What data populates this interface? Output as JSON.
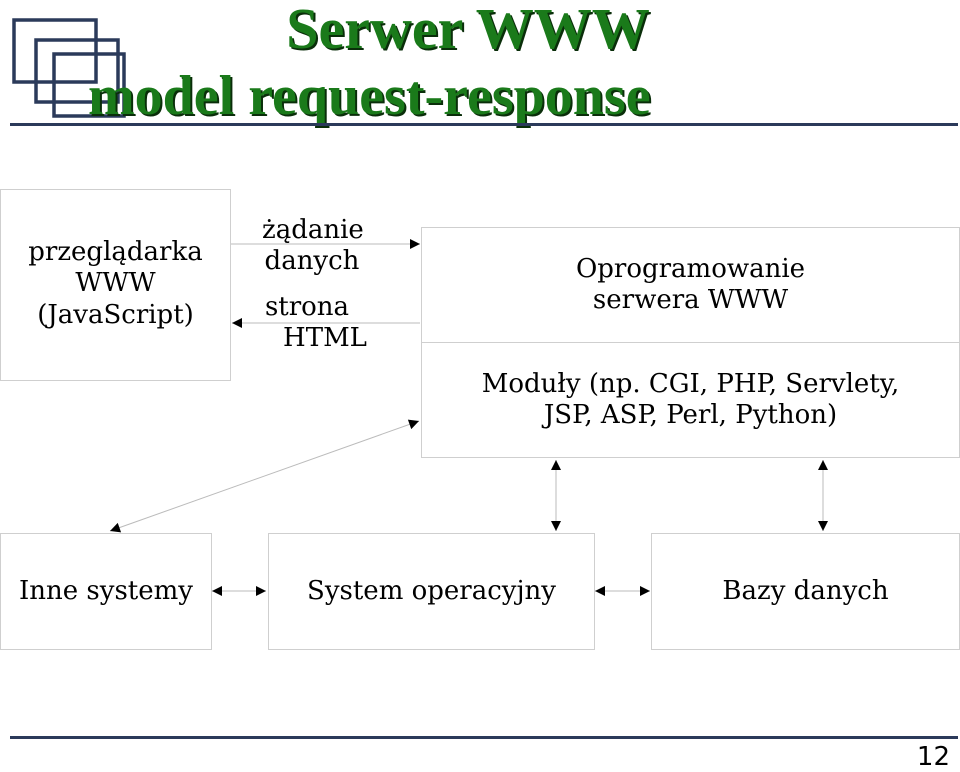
{
  "header": {
    "title_line1": "Serwer WWW",
    "title_line2": "model request-response"
  },
  "browser": {
    "line1": "przeglądarka",
    "line2": "WWW",
    "line3": "(JavaScript)"
  },
  "request": {
    "line1": "żądanie",
    "line2": "danych"
  },
  "response": {
    "line1": "strona",
    "line2": "HTML"
  },
  "server": {
    "line1": "Oprogramowanie",
    "line2": "serwera WWW"
  },
  "modules": {
    "line1": "Moduły (np. CGI, PHP, Servlety,",
    "line2": "JSP, ASP, Perl, Python)"
  },
  "bottom": {
    "other": "Inne systemy",
    "os": "System operacyjny",
    "db": "Bazy danych"
  },
  "footer": {
    "page_number": "12"
  },
  "colors": {
    "title_green": "#1a7a1a",
    "rule_navy": "#2b3a5a"
  }
}
